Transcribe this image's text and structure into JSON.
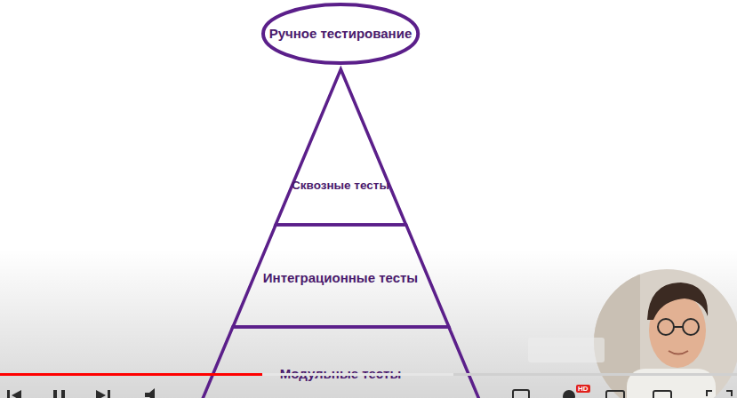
{
  "diagram": {
    "nodes": [
      {
        "text": [
          "Ручное тестирование"
        ]
      },
      {
        "text": [
          "Сквозные тесты"
        ]
      },
      {
        "text": [
          "Интеграционные тесты"
        ]
      },
      {
        "text": [
          "Модульные тесты"
        ]
      }
    ],
    "labels": [
      "HD"
    ]
  }
}
